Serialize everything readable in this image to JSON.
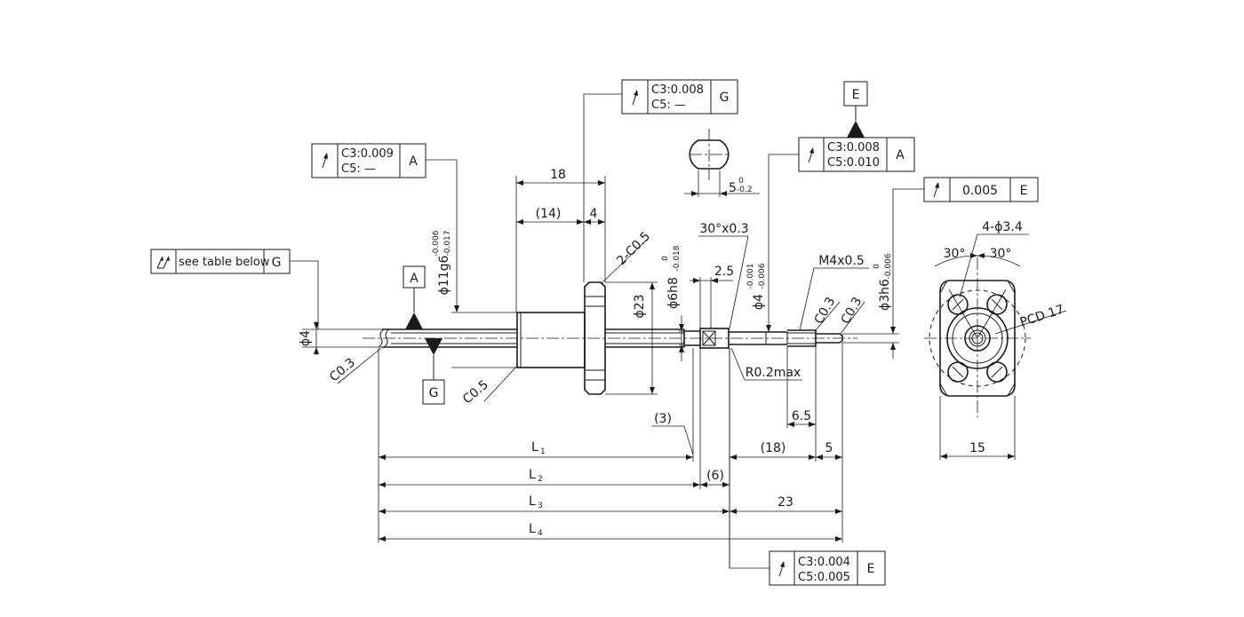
{
  "fcf_g_left": {
    "symbol": "total-runout-icon",
    "text": "see table below",
    "datum": "G"
  },
  "fcf_a_left": {
    "line1": "C3:0.009",
    "line2": "C5: —",
    "datum": "A"
  },
  "fcf_nut_top": {
    "line1": "C3:0.008",
    "line2": "C5: —",
    "datum": "G"
  },
  "fcf_right_a": {
    "line1": "C3:0.008",
    "line2": "C5:0.010",
    "datum": "A"
  },
  "fcf_e_right": {
    "value": "0.005",
    "datum": "E"
  },
  "fcf_bottom": {
    "line1": "C3:0.004",
    "line2": "C5:0.005",
    "datum": "E"
  },
  "datum_a": "A",
  "datum_g": "G",
  "datum_e": "E",
  "dims": {
    "d18_top": "18",
    "d14": "(14)",
    "d4_small": "4",
    "chamfer_2c05": "2-C0.5",
    "flat_5": "5",
    "flat_5_upper": "0",
    "flat_5_lower": "-0.2",
    "angle_30x03": "30°x0.3",
    "d2_5": "2.5",
    "m4": "M4x0.5",
    "c03_a": "C0.3",
    "c03_b": "C0.3",
    "c03_left": "C0.3",
    "c05_left": "C0.5",
    "phi4": "ϕ4",
    "phi11_main": "ϕ11g6",
    "phi11_upper": "-0.006",
    "phi11_lower": "-0.017",
    "phi23": "ϕ23",
    "phi6_main": "ϕ6h8",
    "phi6_upper": "0",
    "phi6_lower": "-0.018",
    "phi4b_main": "ϕ4",
    "phi4b_upper": "-0.001",
    "phi4b_lower": "-0.006",
    "phi3_main": "ϕ3h6",
    "phi3_upper": "0",
    "phi3_lower": "-0.006",
    "r02": "R0.2max",
    "d6_5": "6.5",
    "d3_paren": "(3)",
    "d18_paren": "(18)",
    "d5": "5",
    "d6_paren": "(6)",
    "d23": "23",
    "l1": "L",
    "l1_sub": "1",
    "l2": "L",
    "l2_sub": "2",
    "l3": "L",
    "l3_sub": "3",
    "l4": "L",
    "l4_sub": "4",
    "holes": "4-ϕ3.4",
    "ang30_left": "30°",
    "ang30_right": "30°",
    "pcd": "PCD 17",
    "flange_15": "15"
  }
}
